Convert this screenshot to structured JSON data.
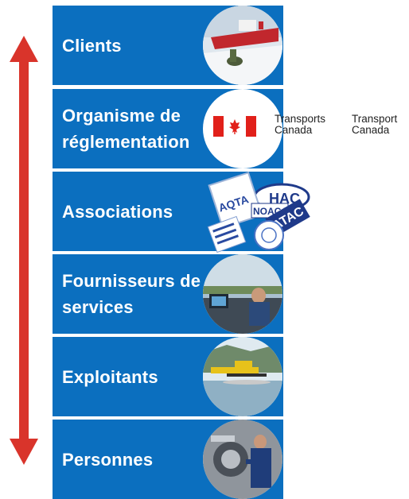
{
  "layers": [
    {
      "label": "Clients",
      "image": "icebreaker-ship-photo"
    },
    {
      "label": "Organisme de réglementation",
      "image": "canada-flag-icon"
    },
    {
      "label": "Associations",
      "image": "association-logos-collage"
    },
    {
      "label": "Fournisseurs de services",
      "image": "air-traffic-controller-photo"
    },
    {
      "label": "Exploitants",
      "image": "floatplane-photo"
    },
    {
      "label": "Personnes",
      "image": "aircraft-mechanic-photo"
    }
  ],
  "regulator_logo": {
    "line1": "Transports",
    "line2": "Canada",
    "line1_en": "Transport",
    "line2_en": "Canada"
  },
  "association_logo_text": {
    "aqta": "AQTA",
    "hac": "HAC",
    "noaca": "NOACA",
    "atac": "ATAC"
  },
  "colors": {
    "band": "#0b6fbf",
    "arrow": "#d9342b",
    "flag_red": "#e1201a",
    "text": "#ffffff"
  }
}
